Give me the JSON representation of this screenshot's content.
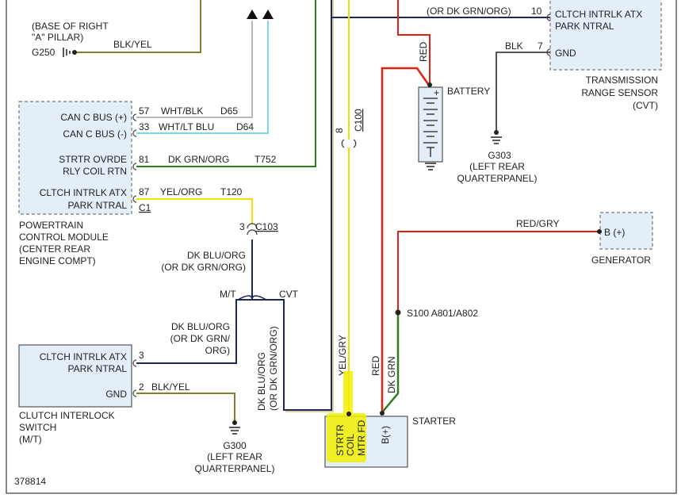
{
  "diagram_id": "378814",
  "colors": {
    "blk_yel": "#8a7a30",
    "wht_blk": "#b8b8b8",
    "wht_lt_blu": "#7fd8e8",
    "dk_grn_org": "#2e7d1e",
    "yel_org": "#f2e000",
    "dk_blu_org": "#1c2a5a",
    "red": "#e02010",
    "dk_grn": "#2e7d1e",
    "blk": "#555555",
    "box_fill": "#e3eef8",
    "highlight": "#f0f000"
  },
  "ground_g250": {
    "label_lines": [
      "(BASE OF RIGHT",
      "\"A\" PILLAR)"
    ],
    "id": "G250"
  },
  "wire_g250": {
    "color": "BLK/YEL"
  },
  "pcm": {
    "pins": [
      {
        "label": "CAN C BUS (+)",
        "pin": "57",
        "color": "WHT/BLK",
        "circuit": "D65"
      },
      {
        "label": "CAN C BUS (-)",
        "pin": "33",
        "color": "WHT/LT BLU",
        "circuit": "D64"
      },
      {
        "label_lines": [
          "STRTR OVRDE",
          "RLY COIL RTN"
        ],
        "pin": "81",
        "color": "DK GRN/ORG",
        "circuit": "T752"
      },
      {
        "label_lines": [
          "CLTCH INTRLK ATX",
          "PARK NTRAL"
        ],
        "pin": "87",
        "color": "YEL/ORG",
        "circuit": "T120"
      }
    ],
    "connector": "C1",
    "name_lines": [
      "POWERTRAIN",
      "CONTROL MODULE",
      "(CENTER REAR",
      "ENGINE COMPT)"
    ]
  },
  "c103": {
    "pin": "3",
    "name": "C103",
    "wire_lines": [
      "DK BLU/ORG",
      "(OR DK GRN/ORG)"
    ]
  },
  "splice": {
    "mt": "M/T",
    "cvt": "CVT"
  },
  "clutch_switch": {
    "label_lines": [
      "CLTCH INTRLK ATX",
      "PARK NTRAL"
    ],
    "pins": [
      "3",
      "2"
    ],
    "gnd": "GND",
    "wire_lines": [
      "DK BLU/ORG",
      "(OR DK GRN/",
      "ORG)"
    ],
    "gnd_wire": "BLK/YEL",
    "name_lines": [
      "CLUTCH INTERLOCK",
      "SWITCH",
      "(M/T)"
    ]
  },
  "ground_g300": {
    "id": "G300",
    "lines": [
      "(LEFT REAR",
      "QUARTERPANEL)"
    ]
  },
  "cvt_wire": {
    "lines": [
      "DK BLU/ORG",
      "(OR DK GRN/ORG)"
    ]
  },
  "c100": {
    "pin": "8",
    "name": "C100"
  },
  "yel_gry": "YEL/GRY",
  "battery": {
    "label": "BATTERY",
    "plus": "+",
    "wire": "RED"
  },
  "ground_g303": {
    "id": "G303",
    "lines": [
      "(LEFT REAR",
      "QUARTERPANEL)"
    ]
  },
  "trs": {
    "top_wire": "(OR DK GRN/ORG)",
    "pin10": "10",
    "pin7": "7",
    "label_lines": [
      "CLTCH INTRLK ATX",
      "PARK NTRAL"
    ],
    "gnd": "GND",
    "gnd_wire": "BLK",
    "name_lines": [
      "TRANSMISSION",
      "RANGE SENSOR",
      "(CVT)"
    ]
  },
  "generator": {
    "wire": "RED/GRY",
    "pin": "B (+)",
    "name": "GENERATOR"
  },
  "s100": {
    "label": "S100 A801/A802"
  },
  "starter": {
    "red": "RED",
    "dk_grn": "DK GRN",
    "pin_lines": [
      "STRTR",
      "COIL",
      "MTR FD"
    ],
    "b_plus": "B(+)",
    "name": "STARTER"
  }
}
